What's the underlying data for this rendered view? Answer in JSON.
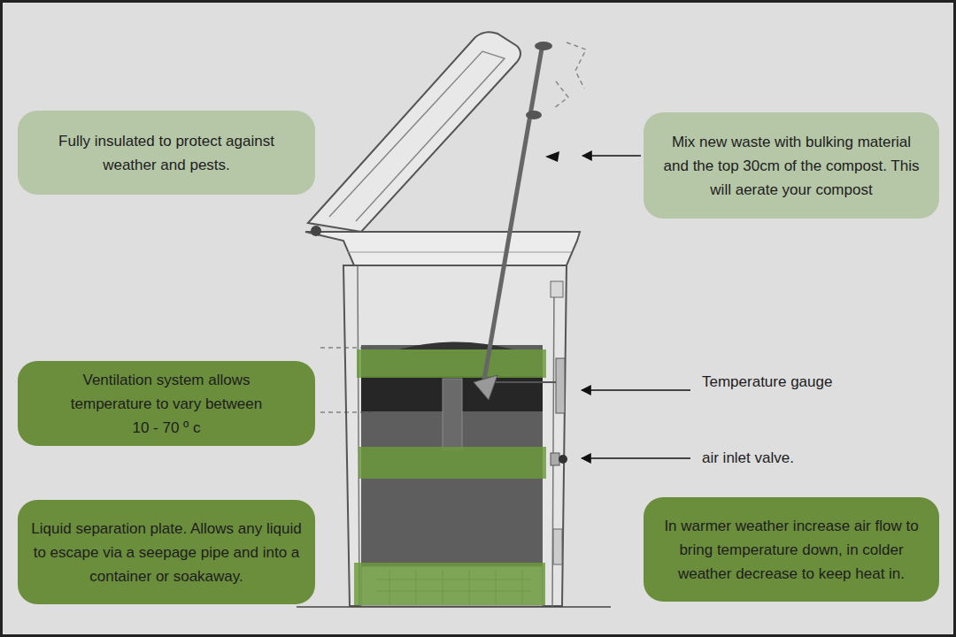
{
  "diagram": {
    "nodes": [
      {
        "text": [
          "Fully insulated to protect against weather and pests."
        ]
      },
      {
        "text": [
          "Mix new waste with bulking material and the top 30cm of the compost. This will aerate your compost"
        ]
      },
      {
        "text": [
          "Ventilation system allows temperature to vary between 10 - 70 º c"
        ]
      },
      {
        "text": [
          "Liquid separation plate. Allows any liquid to escape via a seepage pipe and into a container or soakaway."
        ]
      },
      {
        "text": [
          "In warmer weather increase air flow to bring temperature down, in colder weather decrease to keep heat in."
        ]
      }
    ],
    "labels": [
      "Temperature gauge",
      "air inlet valve."
    ]
  }
}
